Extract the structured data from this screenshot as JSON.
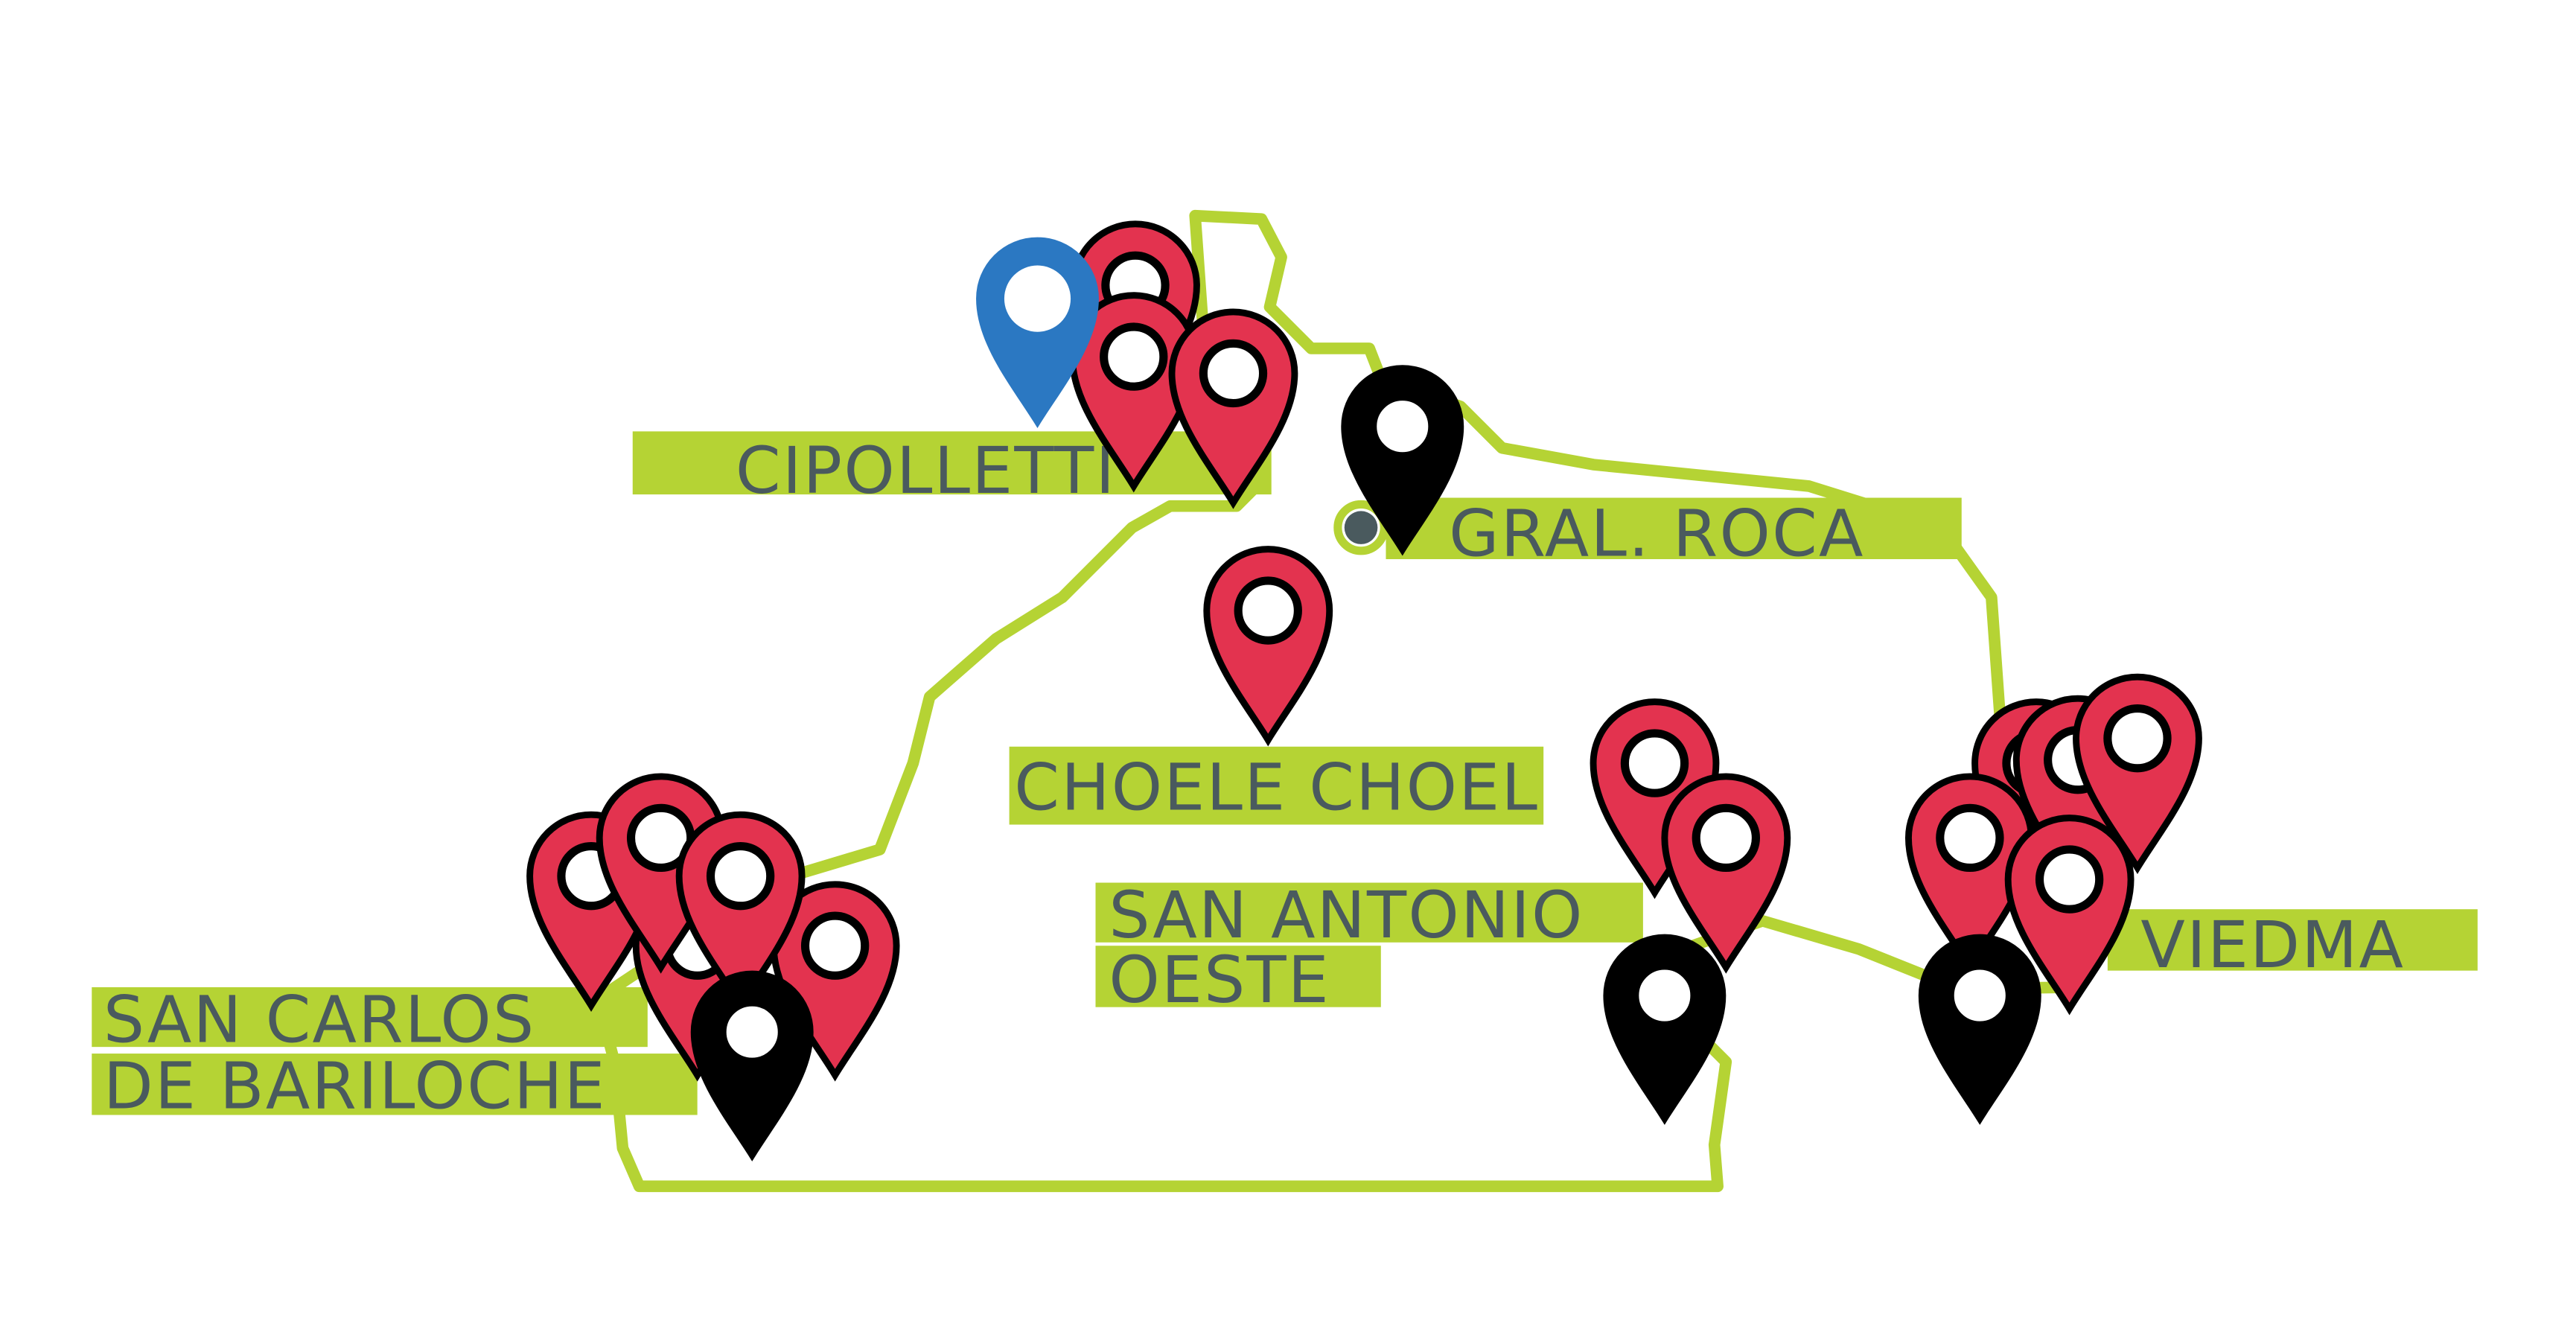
{
  "map": {
    "labels": {
      "cipolletti": "CIPOLLETTI",
      "gral_roca": "GRAL. ROCA",
      "choele_choel": "CHOELE CHOEL",
      "san_antonio_line1": "SAN ANTONIO",
      "san_antonio_line2": "OESTE",
      "viedma": "VIEDMA",
      "bariloche_line1": "SAN CARLOS",
      "bariloche_line2": "DE BARILOCHE"
    },
    "colors": {
      "outline": "#b5d334",
      "label_bg": "#b5d334",
      "label_text": "#4a5a5e",
      "pin_red": "#e3334f",
      "pin_black": "#000000",
      "pin_blue": "#2b78c2"
    },
    "pin_counts": {
      "red": 16,
      "black": 4,
      "blue": 1
    }
  }
}
